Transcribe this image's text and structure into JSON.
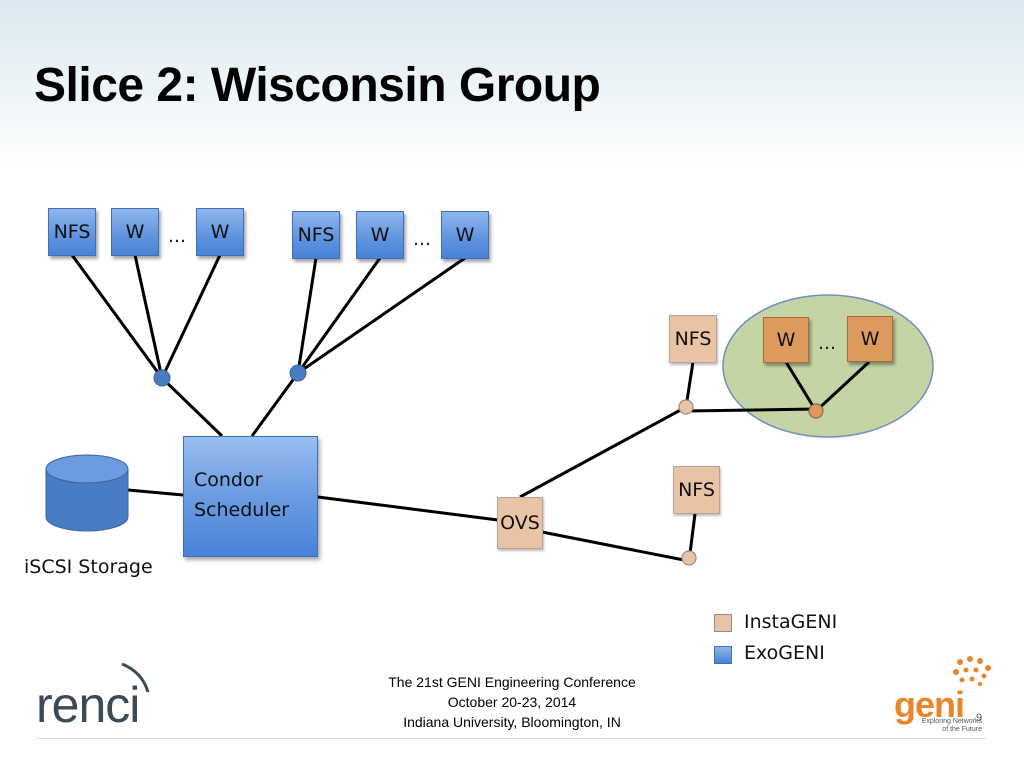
{
  "title": "Slice 2: Wisconsin Group",
  "nodes": {
    "nfs_a": "NFS",
    "w_a1": "W",
    "ell_a": "…",
    "w_a2": "W",
    "nfs_b": "NFS",
    "w_b1": "W",
    "ell_b": "…",
    "w_b2": "W",
    "nfs_c": "NFS",
    "w_c1": "W",
    "ell_c": "…",
    "w_c2": "W",
    "nfs_d": "NFS",
    "ovs": "OVS",
    "scheduler_line1": "Condor",
    "scheduler_line2": "Scheduler",
    "storage_label": "iSCSI Storage"
  },
  "legend": {
    "instageni": "InstaGENI",
    "exogeni": "ExoGENI"
  },
  "colors": {
    "exogeni": "#5e93df",
    "instageni": "#e9c4a4",
    "instageni_worker": "#dc9a5c",
    "ellipse_fill": "#c5d4a5"
  },
  "footer": {
    "line1": "The 21st GENI Engineering Conference",
    "line2": "October 20-23, 2014",
    "line3": "Indiana University, Bloomington, IN"
  },
  "logos": {
    "renci": "renci",
    "geni": "geni",
    "geni_tagline_1": "Exploring Networks",
    "geni_tagline_2": "of the Future"
  },
  "page_number": "9"
}
